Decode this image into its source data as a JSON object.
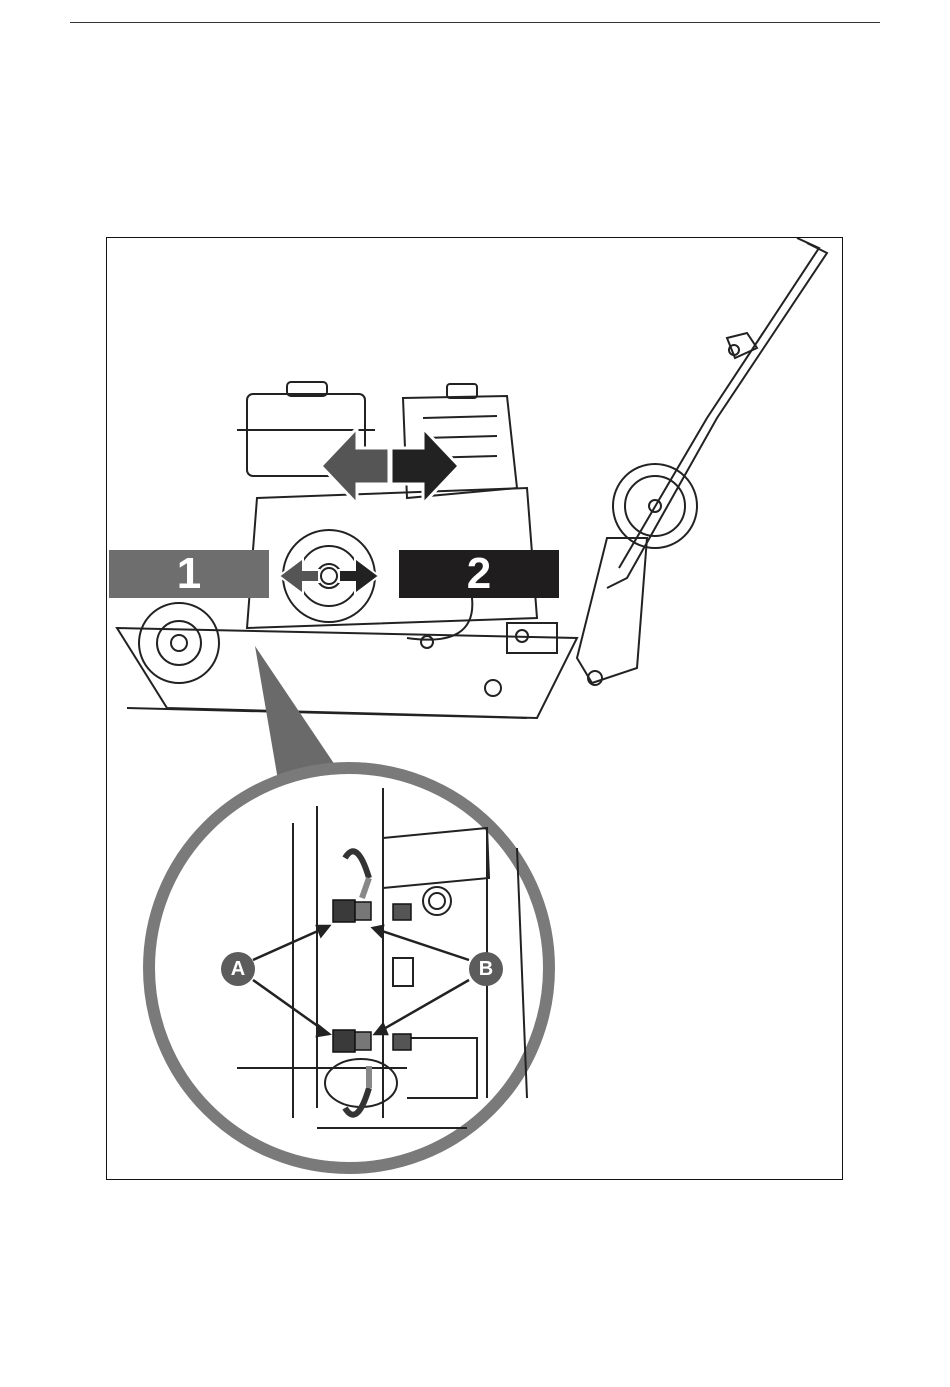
{
  "figure": {
    "labels": {
      "step_1": "1",
      "step_2": "2",
      "callout_a": "A",
      "callout_b": "B"
    },
    "colors": {
      "step_1_background": "#6e6e6e",
      "step_2_background": "#1f1d1e",
      "magnifier_ring": "#7a7a7a",
      "callout_background": "#5c5c5c"
    },
    "icons": [
      "double-arrow-icon",
      "rotate-arrow-icon",
      "pointer-arrow-icon"
    ]
  }
}
